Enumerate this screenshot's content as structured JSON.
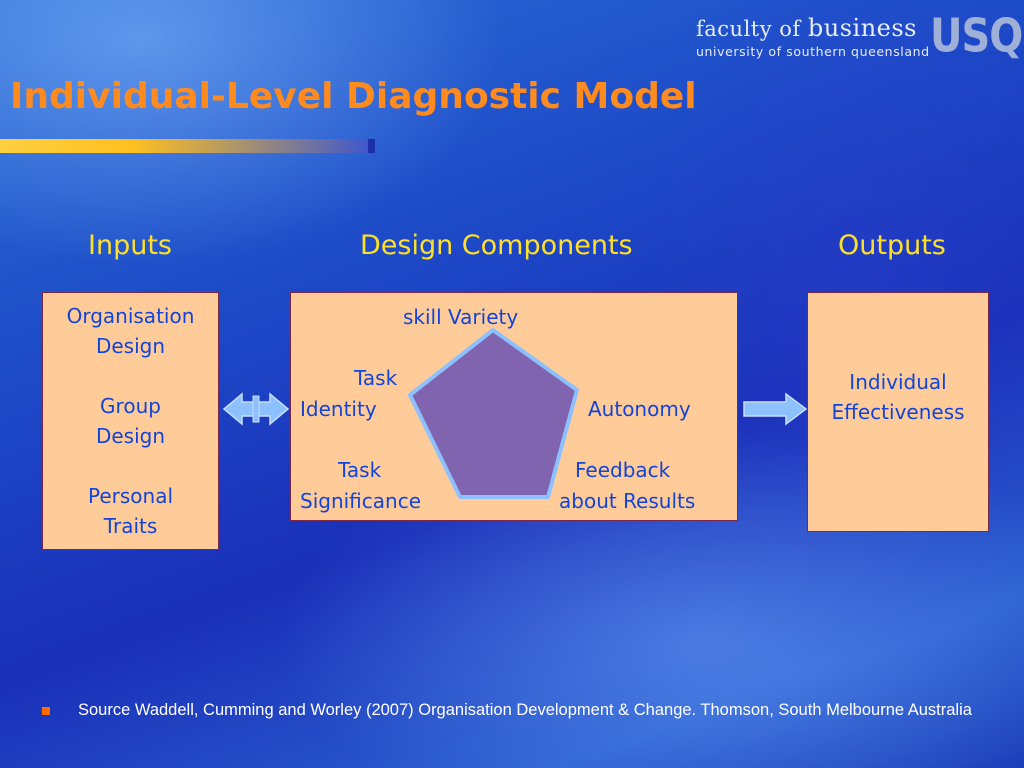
{
  "branding": {
    "faculty_prefix": "faculty of",
    "faculty_name": "business",
    "university": "university of southern queensland",
    "logo": "USQ"
  },
  "title": "Individual-Level Diagnostic Model",
  "columns": {
    "inputs": "Inputs",
    "design": "Design Components",
    "outputs": "Outputs"
  },
  "inputs": {
    "item1_line1": "Organisation",
    "item1_line2": "Design",
    "item2_line1": "Group",
    "item2_line2": "Design",
    "item3_line1": "Personal",
    "item3_line2": "Traits"
  },
  "design_components": {
    "top": "skill Variety",
    "left1_line1": "Task",
    "left1_line2": "Identity",
    "right1": "Autonomy",
    "left2_line1": "Task",
    "left2_line2": "Significance",
    "right2_line1": "Feedback",
    "right2_line2": "about Results"
  },
  "outputs": {
    "line1": "Individual",
    "line2": "Effectiveness"
  },
  "colors": {
    "title": "#ff8a1e",
    "heading": "#ffe028",
    "box_fill": "#ffcc99",
    "box_text": "#1144d8",
    "pentagon_fill": "#8064b0",
    "arrow": "#8cc0ff"
  },
  "source": "Source Waddell, Cumming and Worley (2007)  Organisation Development & Change. Thomson, South Melbourne Australia"
}
